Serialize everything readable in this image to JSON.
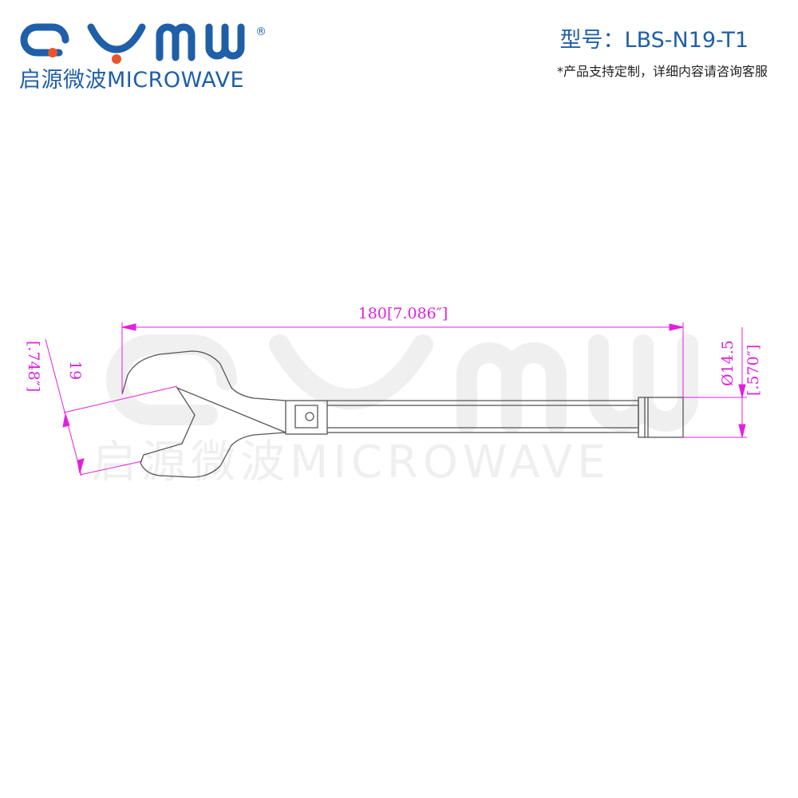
{
  "header": {
    "logo_letters": "QYMW",
    "logo_icon": "qymw-logo-icon",
    "registered": "®",
    "tagline": "启源微波MICROWAVE",
    "model_label": "型号：",
    "model_value": "LBS-N19-T1",
    "note": "*产品支持定制，详细内容请咨询客服"
  },
  "watermark": {
    "letters": "QYMW",
    "text": "启源微波MICROWAVE"
  },
  "dimensions": {
    "length": "180[7.086″]",
    "opening_mm": "19",
    "opening_in": "[.748″]",
    "diameter_mm": "Ø14.5",
    "diameter_in": "[.570″]"
  },
  "colors": {
    "brand": "#1f5fa8",
    "accent": "#e8542a",
    "dimension": "#e020e0",
    "outline": "#555555"
  }
}
